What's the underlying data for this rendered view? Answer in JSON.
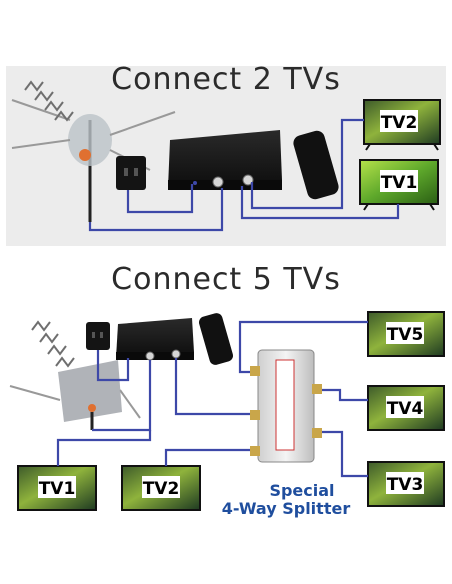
{
  "section_top": {
    "title": "Connect 2 TVs"
  },
  "section_bottom": {
    "title": "Connect 5 TVs"
  },
  "tvs_top": [
    "TV2",
    "TV1"
  ],
  "tvs_bottom": [
    "TV5",
    "TV4",
    "TV3",
    "TV1",
    "TV2"
  ],
  "splitter": {
    "line1": "Special",
    "line2": "4-Way Splitter"
  },
  "colors": {
    "cable": "#3d48a8",
    "panel": "#ececec",
    "splitter_text": "#1f4e9e"
  }
}
